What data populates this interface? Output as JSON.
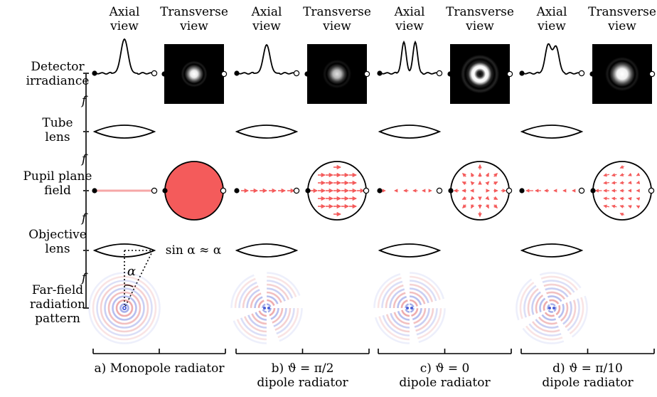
{
  "columns": [
    {
      "axial": "Axial\nview",
      "transverse": "Transverse\nview",
      "caption": "a) Monopole radiator",
      "type": "monopole"
    },
    {
      "axial": "Axial\nview",
      "transverse": "Transverse\nview",
      "caption": "b) ϑ = π/2\ndipole radiator",
      "type": "dipole-perp"
    },
    {
      "axial": "Axial\nview",
      "transverse": "Transverse\nview",
      "caption": "c) ϑ = 0\ndipole radiator",
      "type": "dipole-par"
    },
    {
      "axial": "Axial\nview",
      "transverse": "Transverse\nview",
      "caption": "d) ϑ = π/10\ndipole radiator",
      "type": "dipole-tilt"
    }
  ],
  "rows": [
    {
      "label": "Detector\nirradiance"
    },
    {
      "label": "Tube\nlens"
    },
    {
      "label": "Pupil plane\nfield"
    },
    {
      "label": "Objective\nlens"
    },
    {
      "label": "Far-field\nradiation\npattern"
    }
  ],
  "focal_label": "f",
  "annotations": {
    "alpha": "α",
    "sin_approx": "sin α ≈ α"
  },
  "colors": {
    "field": "#f45b5b",
    "field_light": "#f6a7a7",
    "wave_red": "#d94a4a",
    "wave_blue": "#4b5fd6",
    "detector_bg": "#000000"
  }
}
